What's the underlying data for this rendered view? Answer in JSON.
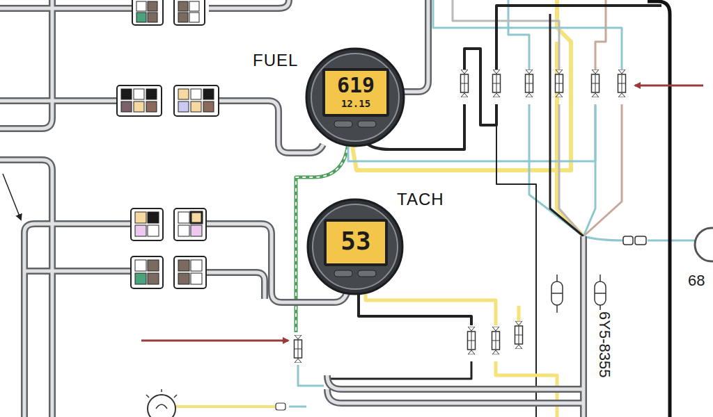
{
  "diagram": {
    "nodes": [
      {
        "text": [
          "FUEL",
          "619",
          "12.15"
        ]
      },
      {
        "text": [
          "TACH",
          "53"
        ]
      }
    ],
    "labels": [
      "6Y5-8355",
      "68"
    ]
  }
}
